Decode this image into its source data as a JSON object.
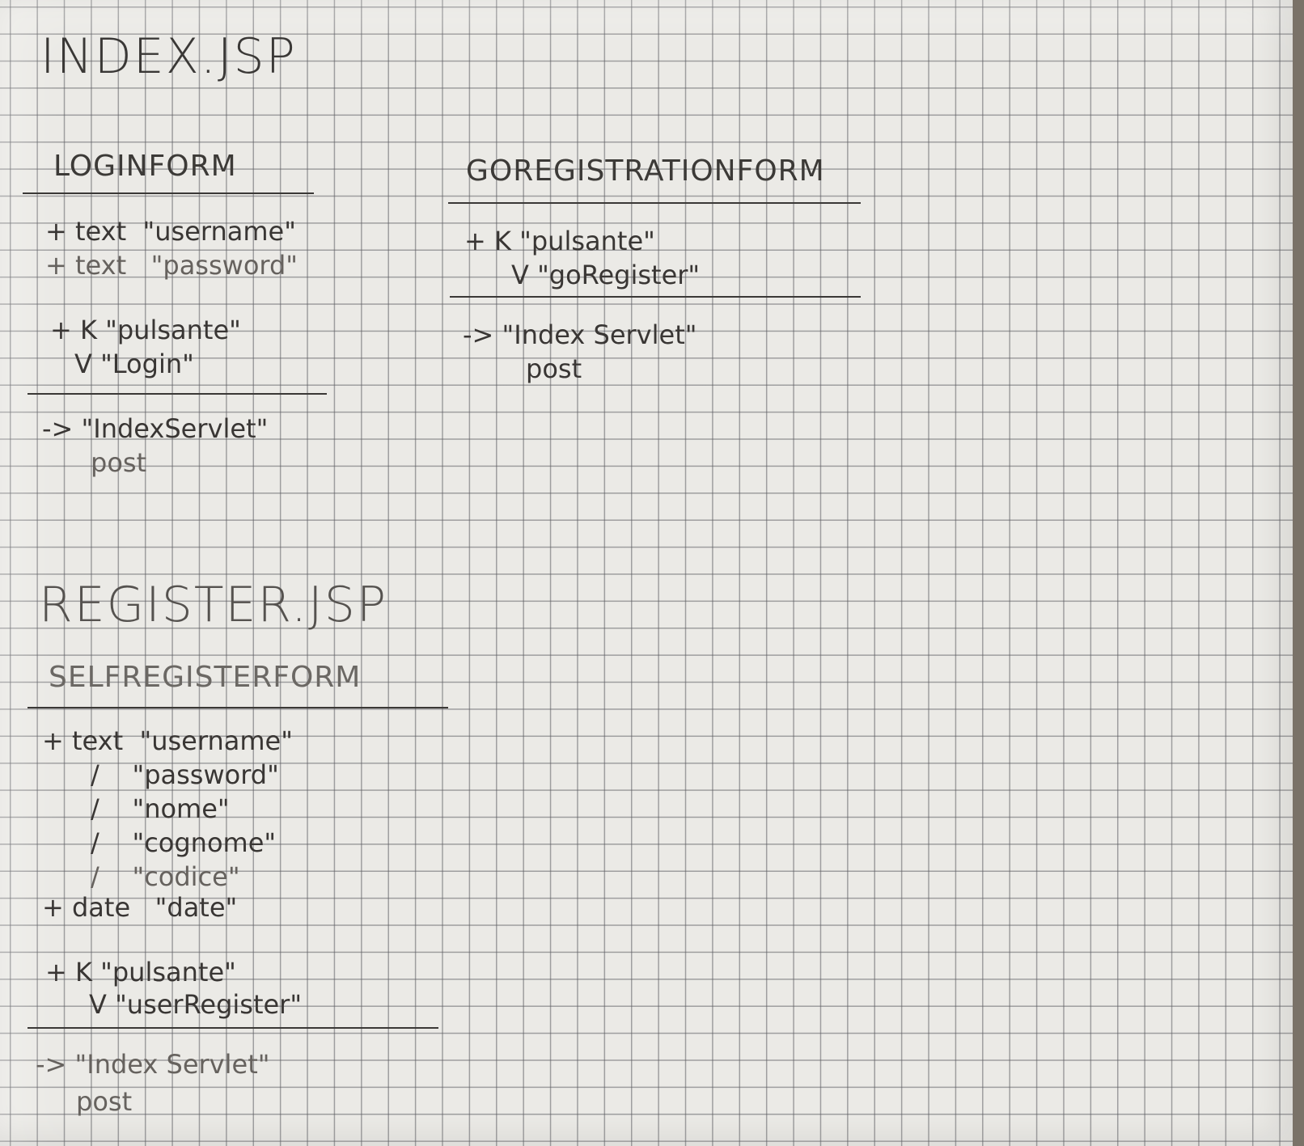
{
  "index_page": {
    "title": "INDEX.JSP",
    "login_form": {
      "name": "LOGINFORM",
      "fields": [
        {
          "marker": "+",
          "type": "text",
          "value": "\"username\""
        },
        {
          "marker": "+",
          "type": "text",
          "value": "\"password\""
        }
      ],
      "button": {
        "marker": "+",
        "k_label": "K",
        "v_label": "V",
        "k_value": "\"pulsante\"",
        "v_value": "\"Login\""
      },
      "action": {
        "arrow": "->",
        "target": "\"IndexServlet\"",
        "method": "post"
      }
    },
    "go_registration_form": {
      "name": "GOREGISTRATIONFORM",
      "button": {
        "marker": "+",
        "k_label": "K",
        "v_label": "V",
        "k_value": "\"pulsante\"",
        "v_value": "\"goRegister\""
      },
      "action": {
        "arrow": "->",
        "target": "\"Index Servlet\"",
        "method": "post"
      }
    }
  },
  "register_page": {
    "title": "REGISTER.JSP",
    "self_register_form": {
      "name": "SELFREGISTERFORM",
      "fields": [
        {
          "marker": "+",
          "type": "text",
          "value": "\"username\""
        },
        {
          "marker": "",
          "type": "/",
          "value": "\"password\""
        },
        {
          "marker": "",
          "type": "/",
          "value": "\"nome\""
        },
        {
          "marker": "",
          "type": "/",
          "value": "\"cognome\""
        },
        {
          "marker": "",
          "type": "/",
          "value": "\"codice\""
        },
        {
          "marker": "+",
          "type": "date",
          "value": "\"date\""
        }
      ],
      "button": {
        "marker": "+",
        "k_label": "K",
        "v_label": "V",
        "k_value": "\"pulsante\"",
        "v_value": "\"userRegister\""
      },
      "action": {
        "arrow": "->",
        "target": "\"Index Servlet\"",
        "method": "post"
      }
    }
  }
}
